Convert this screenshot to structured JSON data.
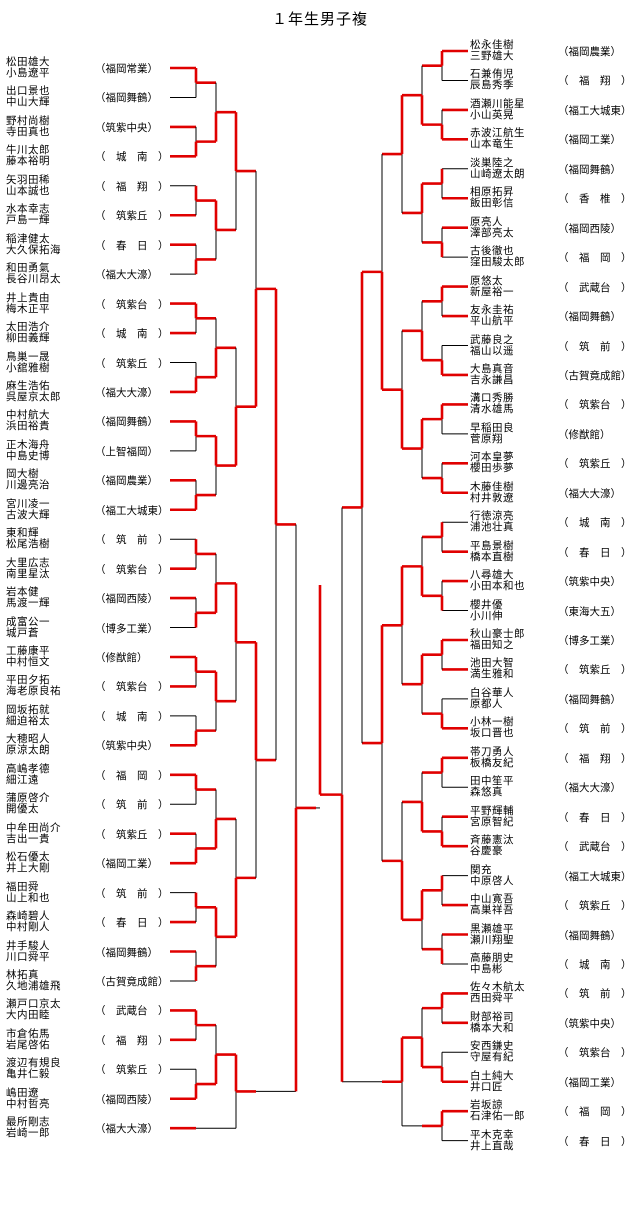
{
  "title": "１年生男子複",
  "left": [
    {
      "p": [
        "松田雄大",
        "小島遼平"
      ],
      "club": "（福岡常業）"
    },
    {
      "p": [
        "出口景也",
        "中山大輝"
      ],
      "club": "（福岡舞鶴）"
    },
    {
      "p": [
        "野村尚樹",
        "寺田真也"
      ],
      "club": "（筑紫中央）"
    },
    {
      "p": [
        "牛川太郎",
        "藤本裕明"
      ],
      "club": "（　城　南　）"
    },
    {
      "p": [
        "矢羽田稀",
        "山本誠也"
      ],
      "club": "（　福　翔　）"
    },
    {
      "p": [
        "水本幸志",
        "戸島一輝"
      ],
      "club": "（　筑紫丘　）"
    },
    {
      "p": [
        "稲津健太",
        "大久保拓海"
      ],
      "club": "（　春　日　）"
    },
    {
      "p": [
        "和田勇氣",
        "長谷川昂太"
      ],
      "club": "（福大大濠）"
    },
    {
      "p": [
        "井上貴由",
        "梅木正平"
      ],
      "club": "（　筑紫台　）"
    },
    {
      "p": [
        "太田浩介",
        "柳田義輝"
      ],
      "club": "（　城　南　）"
    },
    {
      "p": [
        "鳥巣一晟",
        "小舘雅樹"
      ],
      "club": "（　筑紫丘　）"
    },
    {
      "p": [
        "麻生浩佑",
        "呉屋京太郎"
      ],
      "club": "（福大大濠）"
    },
    {
      "p": [
        "中村航大",
        "浜田裕貴"
      ],
      "club": "（福岡舞鶴）"
    },
    {
      "p": [
        "正木海舟",
        "中島史博"
      ],
      "club": "（上智福岡）"
    },
    {
      "p": [
        "岡大樹",
        "川邊亮治"
      ],
      "club": "（福岡農業）"
    },
    {
      "p": [
        "宮川凌一",
        "古波大輝"
      ],
      "club": "（福工大城東）"
    },
    {
      "p": [
        "東和輝",
        "松尾浩樹"
      ],
      "club": "（　筑　前　）"
    },
    {
      "p": [
        "大里広志",
        "南里星汰"
      ],
      "club": "（　筑紫台　）"
    },
    {
      "p": [
        "岩本健",
        "馬渡一輝"
      ],
      "club": "（福岡西陵）"
    },
    {
      "p": [
        "成富公一",
        "城戸蒼"
      ],
      "club": "（博多工業）"
    },
    {
      "p": [
        "工藤康平",
        "中村恒文"
      ],
      "club": "（修猷館）"
    },
    {
      "p": [
        "平田夕拓",
        "海老原良祐"
      ],
      "club": "（　筑紫台　）"
    },
    {
      "p": [
        "岡坂拓就",
        "細迫裕太"
      ],
      "club": "（　城　南　）"
    },
    {
      "p": [
        "大穂昭人",
        "原涼太朗"
      ],
      "club": "（筑紫中央）"
    },
    {
      "p": [
        "高嶋孝德",
        "細江遠"
      ],
      "club": "（　福　岡　）"
    },
    {
      "p": [
        "蒲原啓介",
        "開優太"
      ],
      "club": "（　筑　前　）"
    },
    {
      "p": [
        "中牟田尚介",
        "吉出一貴"
      ],
      "club": "（　筑紫丘　）"
    },
    {
      "p": [
        "松石優太",
        "井上大剛"
      ],
      "club": "（福岡工業）"
    },
    {
      "p": [
        "福田舜",
        "山上和也"
      ],
      "club": "（　筑　前　）"
    },
    {
      "p": [
        "森崎碧人",
        "中村剛人"
      ],
      "club": "（　春　日　）"
    },
    {
      "p": [
        "井手駿人",
        "川口舜平"
      ],
      "club": "（福岡舞鶴）"
    },
    {
      "p": [
        "林拓真",
        "久地浦雄飛"
      ],
      "club": "（古賀竟成館）"
    },
    {
      "p": [
        "瀬戸口京太",
        "大内田睦"
      ],
      "club": "（　武蔵台　）"
    },
    {
      "p": [
        "市倉佑馬",
        "岩尾啓佑"
      ],
      "club": "（　福　翔　）"
    },
    {
      "p": [
        "渡辺有規良",
        "亀井仁毅"
      ],
      "club": "（　筑紫丘　）"
    },
    {
      "p": [
        "嶋田遼",
        "中村哲亮"
      ],
      "club": "（福岡西陵）"
    },
    {
      "p": [
        "最所剛志",
        "岩崎一郎"
      ],
      "club": "（福大大濠）"
    }
  ],
  "right": [
    {
      "p": [
        "松永佳樹",
        "三野雄大"
      ],
      "club": "（福岡農業）"
    },
    {
      "p": [
        "石兼侑児",
        "辰島秀季"
      ],
      "club": "（　福　翔　）"
    },
    {
      "p": [
        "酒瀬川能星",
        "小山英晃"
      ],
      "club": "（福工大城東）"
    },
    {
      "p": [
        "赤波江航生",
        "山本竜生"
      ],
      "club": "（福岡工業）"
    },
    {
      "p": [
        "淡巣陸之",
        "山崎遼太朗"
      ],
      "club": "（福岡舞鶴）"
    },
    {
      "p": [
        "相原拓昇",
        "飯田彰信"
      ],
      "club": "（　香　椎　）"
    },
    {
      "p": [
        "原亮人",
        "澤部亮太"
      ],
      "club": "（福岡西陵）"
    },
    {
      "p": [
        "古後徹也",
        "窪田駿太郎"
      ],
      "club": "（　福　岡　）"
    },
    {
      "p": [
        "原悠太",
        "新屋裕一"
      ],
      "club": "（　武蔵台　）"
    },
    {
      "p": [
        "友永圭祐",
        "平山航平"
      ],
      "club": "（福岡舞鶴）"
    },
    {
      "p": [
        "武藤良之",
        "福山以遥"
      ],
      "club": "（　筑　前　）"
    },
    {
      "p": [
        "大島真音",
        "吉永謙昌"
      ],
      "club": "（古賀竟成館）"
    },
    {
      "p": [
        "溝口秀勝",
        "清水雄馬"
      ],
      "club": "（　筑紫台　）"
    },
    {
      "p": [
        "早稲田良",
        "菅原翔"
      ],
      "club": "（修猷館）"
    },
    {
      "p": [
        "河本皇夢",
        "櫻田歩夢"
      ],
      "club": "（　筑紫丘　）"
    },
    {
      "p": [
        "木藤佳樹",
        "村井敦遼"
      ],
      "club": "（福大大濠）"
    },
    {
      "p": [
        "行徳涼亮",
        "浦池壮真"
      ],
      "club": "（　城　南　）"
    },
    {
      "p": [
        "平島景樹",
        "橋本直樹"
      ],
      "club": "（　春　日　）"
    },
    {
      "p": [
        "八尋雄大",
        "小田本和也"
      ],
      "club": "（筑紫中央）"
    },
    {
      "p": [
        "櫻井優",
        "小川伸"
      ],
      "club": "（東海大五）"
    },
    {
      "p": [
        "秋山豪士郎",
        "福田知之"
      ],
      "club": "（博多工業）"
    },
    {
      "p": [
        "池田大智",
        "満生雅和"
      ],
      "club": "（　筑紫丘　）"
    },
    {
      "p": [
        "白谷華人",
        "原都人"
      ],
      "club": "（福岡舞鶴）"
    },
    {
      "p": [
        "小林一樹",
        "坂口晋也"
      ],
      "club": "（　筑　前　）"
    },
    {
      "p": [
        "帯刀勇人",
        "板橋友紀"
      ],
      "club": "（　福　翔　）"
    },
    {
      "p": [
        "田中笙平",
        "森悠真"
      ],
      "club": "（福大大濠）"
    },
    {
      "p": [
        "平野輝輔",
        "宮原智紀"
      ],
      "club": "（　春　日　）"
    },
    {
      "p": [
        "斉藤憲汰",
        "谷慶豪"
      ],
      "club": "（　武蔵台　）"
    },
    {
      "p": [
        "関充",
        "中原啓人"
      ],
      "club": "（福工大城東）"
    },
    {
      "p": [
        "中山寛吾",
        "高巣祥吾"
      ],
      "club": "（　筑紫丘　）"
    },
    {
      "p": [
        "黒瀬雄平",
        "瀬川翔聖"
      ],
      "club": "（福岡舞鶴）"
    },
    {
      "p": [
        "高藤朋史",
        "中島彬"
      ],
      "club": "（　城　南　）"
    },
    {
      "p": [
        "佐々木航太",
        "西田舜平"
      ],
      "club": "（　筑　前　）"
    },
    {
      "p": [
        "財部裕司",
        "橋本大和"
      ],
      "club": "（筑紫中央）"
    },
    {
      "p": [
        "安西鎌史",
        "守屋有紀"
      ],
      "club": "（　筑紫台　）"
    },
    {
      "p": [
        "白土純大",
        "井口匠"
      ],
      "club": "（福岡工業）"
    },
    {
      "p": [
        "岩坂諒",
        "石津佑一郎"
      ],
      "club": "（　福　岡　）"
    },
    {
      "p": [
        "平木克幸",
        "井上直哉"
      ],
      "club": "（　春　日　）"
    }
  ]
}
